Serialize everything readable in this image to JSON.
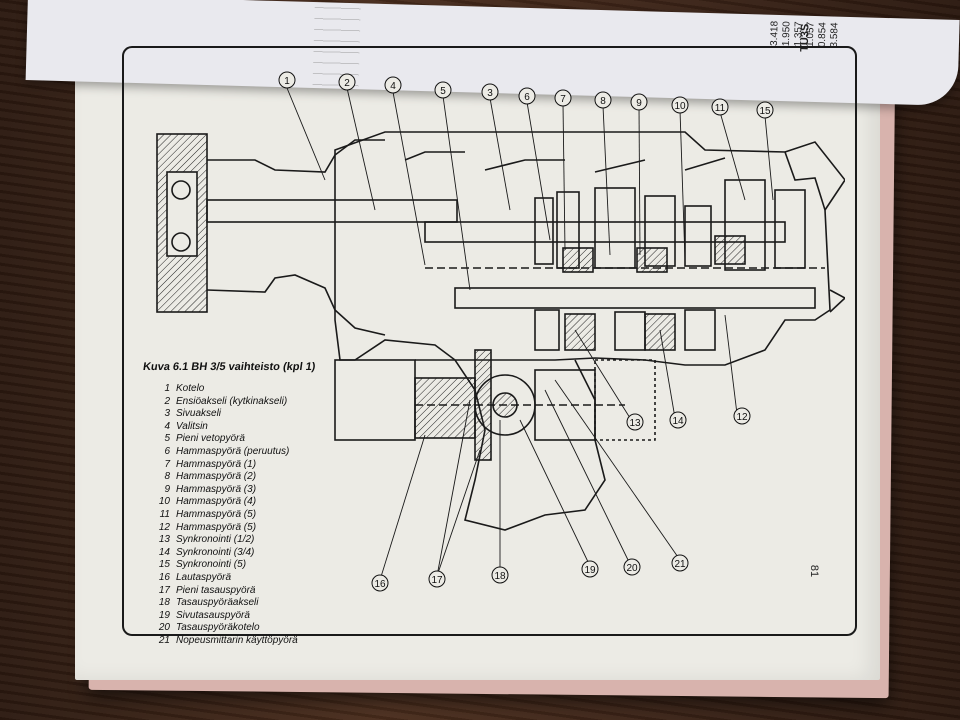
{
  "previous_page": {
    "title": "TU3S",
    "ratios": [
      "3.418",
      "1.950",
      "1.357",
      "1.057",
      "0.854",
      "3.584"
    ]
  },
  "figure": {
    "caption": "Kuva 6.1 BH 3/5 vaihteisto (kpl 1)",
    "callouts": [
      "1",
      "2",
      "4",
      "5",
      "3",
      "6",
      "7",
      "8",
      "9",
      "10",
      "11",
      "15",
      "13",
      "14",
      "12",
      "16",
      "17",
      "18",
      "19",
      "20",
      "21"
    ],
    "legend": [
      {
        "num": "1",
        "text": "Kotelo"
      },
      {
        "num": "2",
        "text": "Ensiöakseli (kytkinakseli)"
      },
      {
        "num": "3",
        "text": "Sivuakseli"
      },
      {
        "num": "4",
        "text": "Valitsin"
      },
      {
        "num": "5",
        "text": "Pieni vetopyörä"
      },
      {
        "num": "6",
        "text": "Hammaspyörä (peruutus)"
      },
      {
        "num": "7",
        "text": "Hammaspyörä (1)"
      },
      {
        "num": "8",
        "text": "Hammaspyörä (2)"
      },
      {
        "num": "9",
        "text": "Hammaspyörä (3)"
      },
      {
        "num": "10",
        "text": "Hammaspyörä (4)"
      },
      {
        "num": "11",
        "text": "Hammaspyörä (5)"
      },
      {
        "num": "12",
        "text": "Hammaspyörä (5)"
      },
      {
        "num": "13",
        "text": "Synkronointi (1/2)"
      },
      {
        "num": "14",
        "text": "Synkronointi (3/4)"
      },
      {
        "num": "15",
        "text": "Synkronointi (5)"
      },
      {
        "num": "16",
        "text": "Lautaspyörä"
      },
      {
        "num": "17",
        "text": "Pieni tasauspyörä"
      },
      {
        "num": "18",
        "text": "Tasauspyöräakseli"
      },
      {
        "num": "19",
        "text": "Sivutasauspyörä"
      },
      {
        "num": "20",
        "text": "Tasauspyöräkotelo"
      },
      {
        "num": "21",
        "text": "Nopeusmittarin käyttöpyörä"
      }
    ]
  },
  "page_number": "81"
}
